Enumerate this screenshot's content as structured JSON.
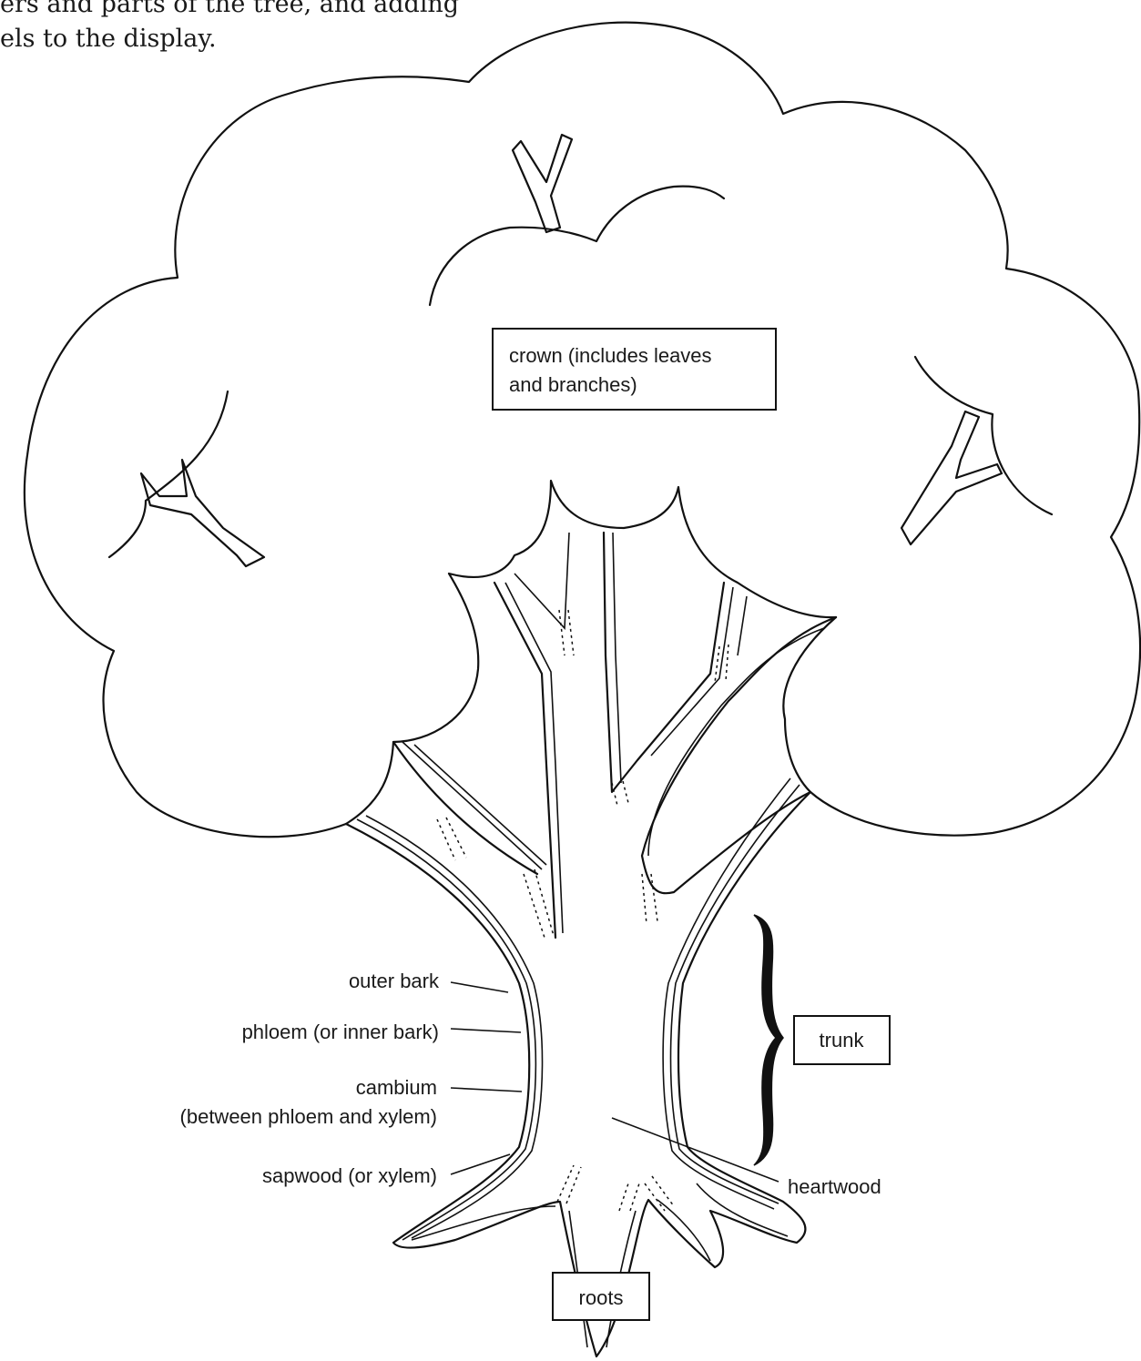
{
  "intro": {
    "line1": "ers and parts of the tree, and adding",
    "line2": "els to the display."
  },
  "labels": {
    "crown_line1": "crown (includes leaves",
    "crown_line2": "and branches)",
    "outer_bark": "outer bark",
    "phloem": "phloem (or inner bark)",
    "cambium_line1": "cambium",
    "cambium_line2": "(between phloem and xylem)",
    "sapwood": "sapwood (or xylem)",
    "trunk": "trunk",
    "heartwood": "heartwood",
    "roots": "roots"
  }
}
